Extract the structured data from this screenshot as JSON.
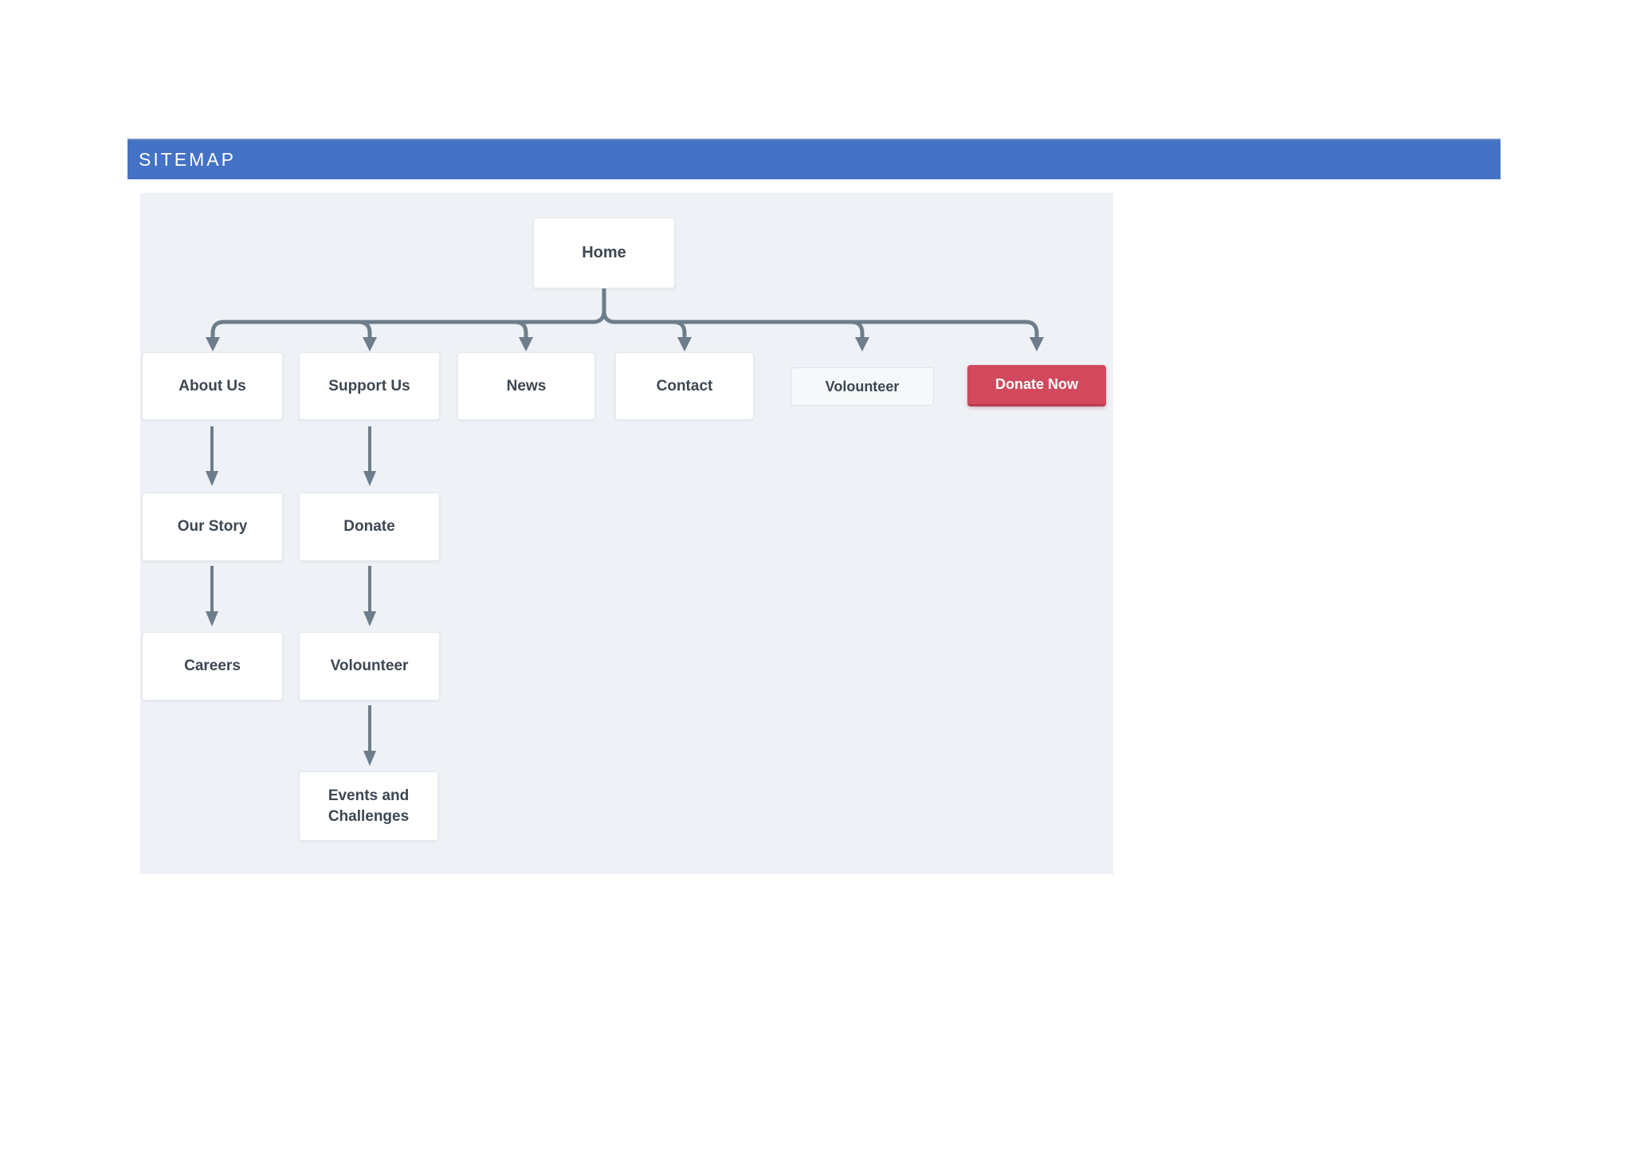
{
  "header": {
    "title": "SITEMAP"
  },
  "colors": {
    "header_bar": "#4472c4",
    "panel_background": "#eef1f5",
    "node_background": "#ffffff",
    "node_text": "#3d4752",
    "connector": "#6d7d8c",
    "donate_button_background": "#d2495e",
    "donate_button_text": "#ffffff",
    "volounteer_button_background": "#f6f8fa"
  },
  "diagram": {
    "nodes": [
      {
        "id": "home",
        "label": "Home"
      },
      {
        "id": "about-us",
        "label": "About Us"
      },
      {
        "id": "support-us",
        "label": "Support Us"
      },
      {
        "id": "news",
        "label": "News"
      },
      {
        "id": "contact",
        "label": "Contact"
      },
      {
        "id": "volounteer-top",
        "label": "Volounteer"
      },
      {
        "id": "donate-now",
        "label": "Donate Now"
      },
      {
        "id": "our-story",
        "label": "Our Story"
      },
      {
        "id": "donate",
        "label": "Donate"
      },
      {
        "id": "careers",
        "label": "Careers"
      },
      {
        "id": "volounteer-sub",
        "label": "Volounteer"
      },
      {
        "id": "events-challenges",
        "label": "Events and Challenges"
      }
    ],
    "edges": [
      "Home > About Us",
      "Home > Support Us",
      "Home > News",
      "Home > Contact",
      "Home > Volounteer",
      "Home > Donate Now",
      "About Us > Our Story",
      "Our Story > Careers",
      "Support Us > Donate",
      "Donate > Volounteer",
      "Volounteer > Events and Challenges"
    ]
  }
}
